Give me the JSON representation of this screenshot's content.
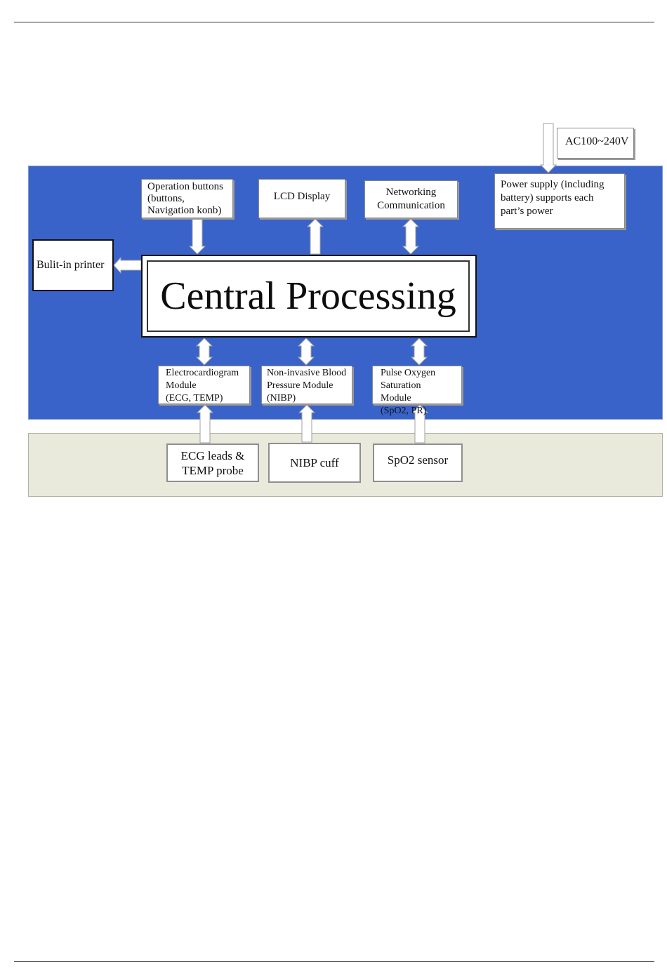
{
  "colors": {
    "module_panel": "#3a63c9",
    "sensor_panel": "#e9e9dc",
    "arrow_fill": "#ffffff",
    "arrow_stroke": "#a0a0a0"
  },
  "power_input": {
    "label": "AC100~240V"
  },
  "power_supply": {
    "label": "Power supply (including\nbattery) supports each\npart’s power"
  },
  "peripherals": {
    "operation_buttons": "Operation buttons\n(buttons,\nNavigation konb)",
    "lcd_display": "LCD Display",
    "networking": "Networking\nCommunication",
    "printer": "Bulit-in printer"
  },
  "central": {
    "label": "Central Processing"
  },
  "modules": {
    "ecg": "Electrocardiogram\nModule\n(ECG, TEMP)",
    "nibp": "Non-invasive Blood\nPressure Module\n(NIBP)",
    "spo2": "Pulse Oxygen\nSaturation Module\n(SpO2, PR)"
  },
  "sensors": {
    "ecg": "ECG leads &\nTEMP probe",
    "nibp": "NIBP cuff",
    "spo2": "SpO2 sensor"
  }
}
